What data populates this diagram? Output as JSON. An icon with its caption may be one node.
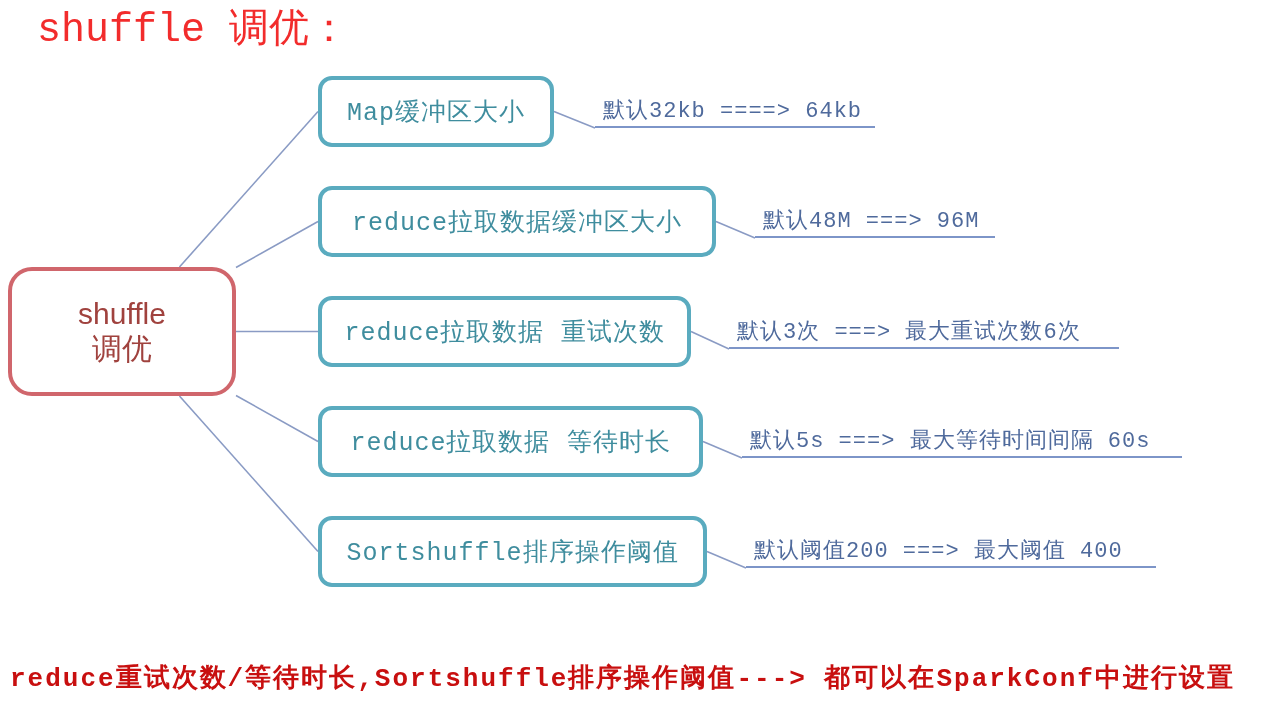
{
  "diagram": {
    "title": "shuffle 调优：",
    "nodes": [
      {
        "text": [
          "shuffle 调优"
        ]
      },
      {
        "text": [
          "Map缓冲区大小"
        ]
      },
      {
        "text": [
          "默认32kb ====> 64kb"
        ]
      },
      {
        "text": [
          "reduce拉取数据缓冲区大小"
        ]
      },
      {
        "text": [
          "默认48M ===> 96M"
        ]
      },
      {
        "text": [
          "reduce拉取数据 重试次数"
        ]
      },
      {
        "text": [
          "默认3次 ===> 最大重试次数6次"
        ]
      },
      {
        "text": [
          "reduce拉取数据 等待时长"
        ]
      },
      {
        "text": [
          "默认5s ===> 最大等待时间间隔 60s"
        ]
      },
      {
        "text": [
          "Sortshuffle排序操作阈值"
        ]
      },
      {
        "text": [
          "默认阈值200 ===> 最大阈值 400"
        ]
      }
    ],
    "edges": [
      {
        "from": 0,
        "to": 1,
        "arrow": "none"
      },
      {
        "from": 0,
        "to": 3,
        "arrow": "none"
      },
      {
        "from": 0,
        "to": 5,
        "arrow": "none"
      },
      {
        "from": 0,
        "to": 7,
        "arrow": "none"
      },
      {
        "from": 0,
        "to": 9,
        "arrow": "none"
      },
      {
        "from": 1,
        "to": 2,
        "arrow": "none"
      },
      {
        "from": 3,
        "to": 4,
        "arrow": "none"
      },
      {
        "from": 5,
        "to": 6,
        "arrow": "none"
      },
      {
        "from": 7,
        "to": 8,
        "arrow": "none"
      },
      {
        "from": 9,
        "to": 10,
        "arrow": "none"
      }
    ],
    "labels": [
      "reduce重试次数/等待时长,Sortshuffle排序操作阈值---> 都可以在SparkConf中进行设置"
    ]
  }
}
